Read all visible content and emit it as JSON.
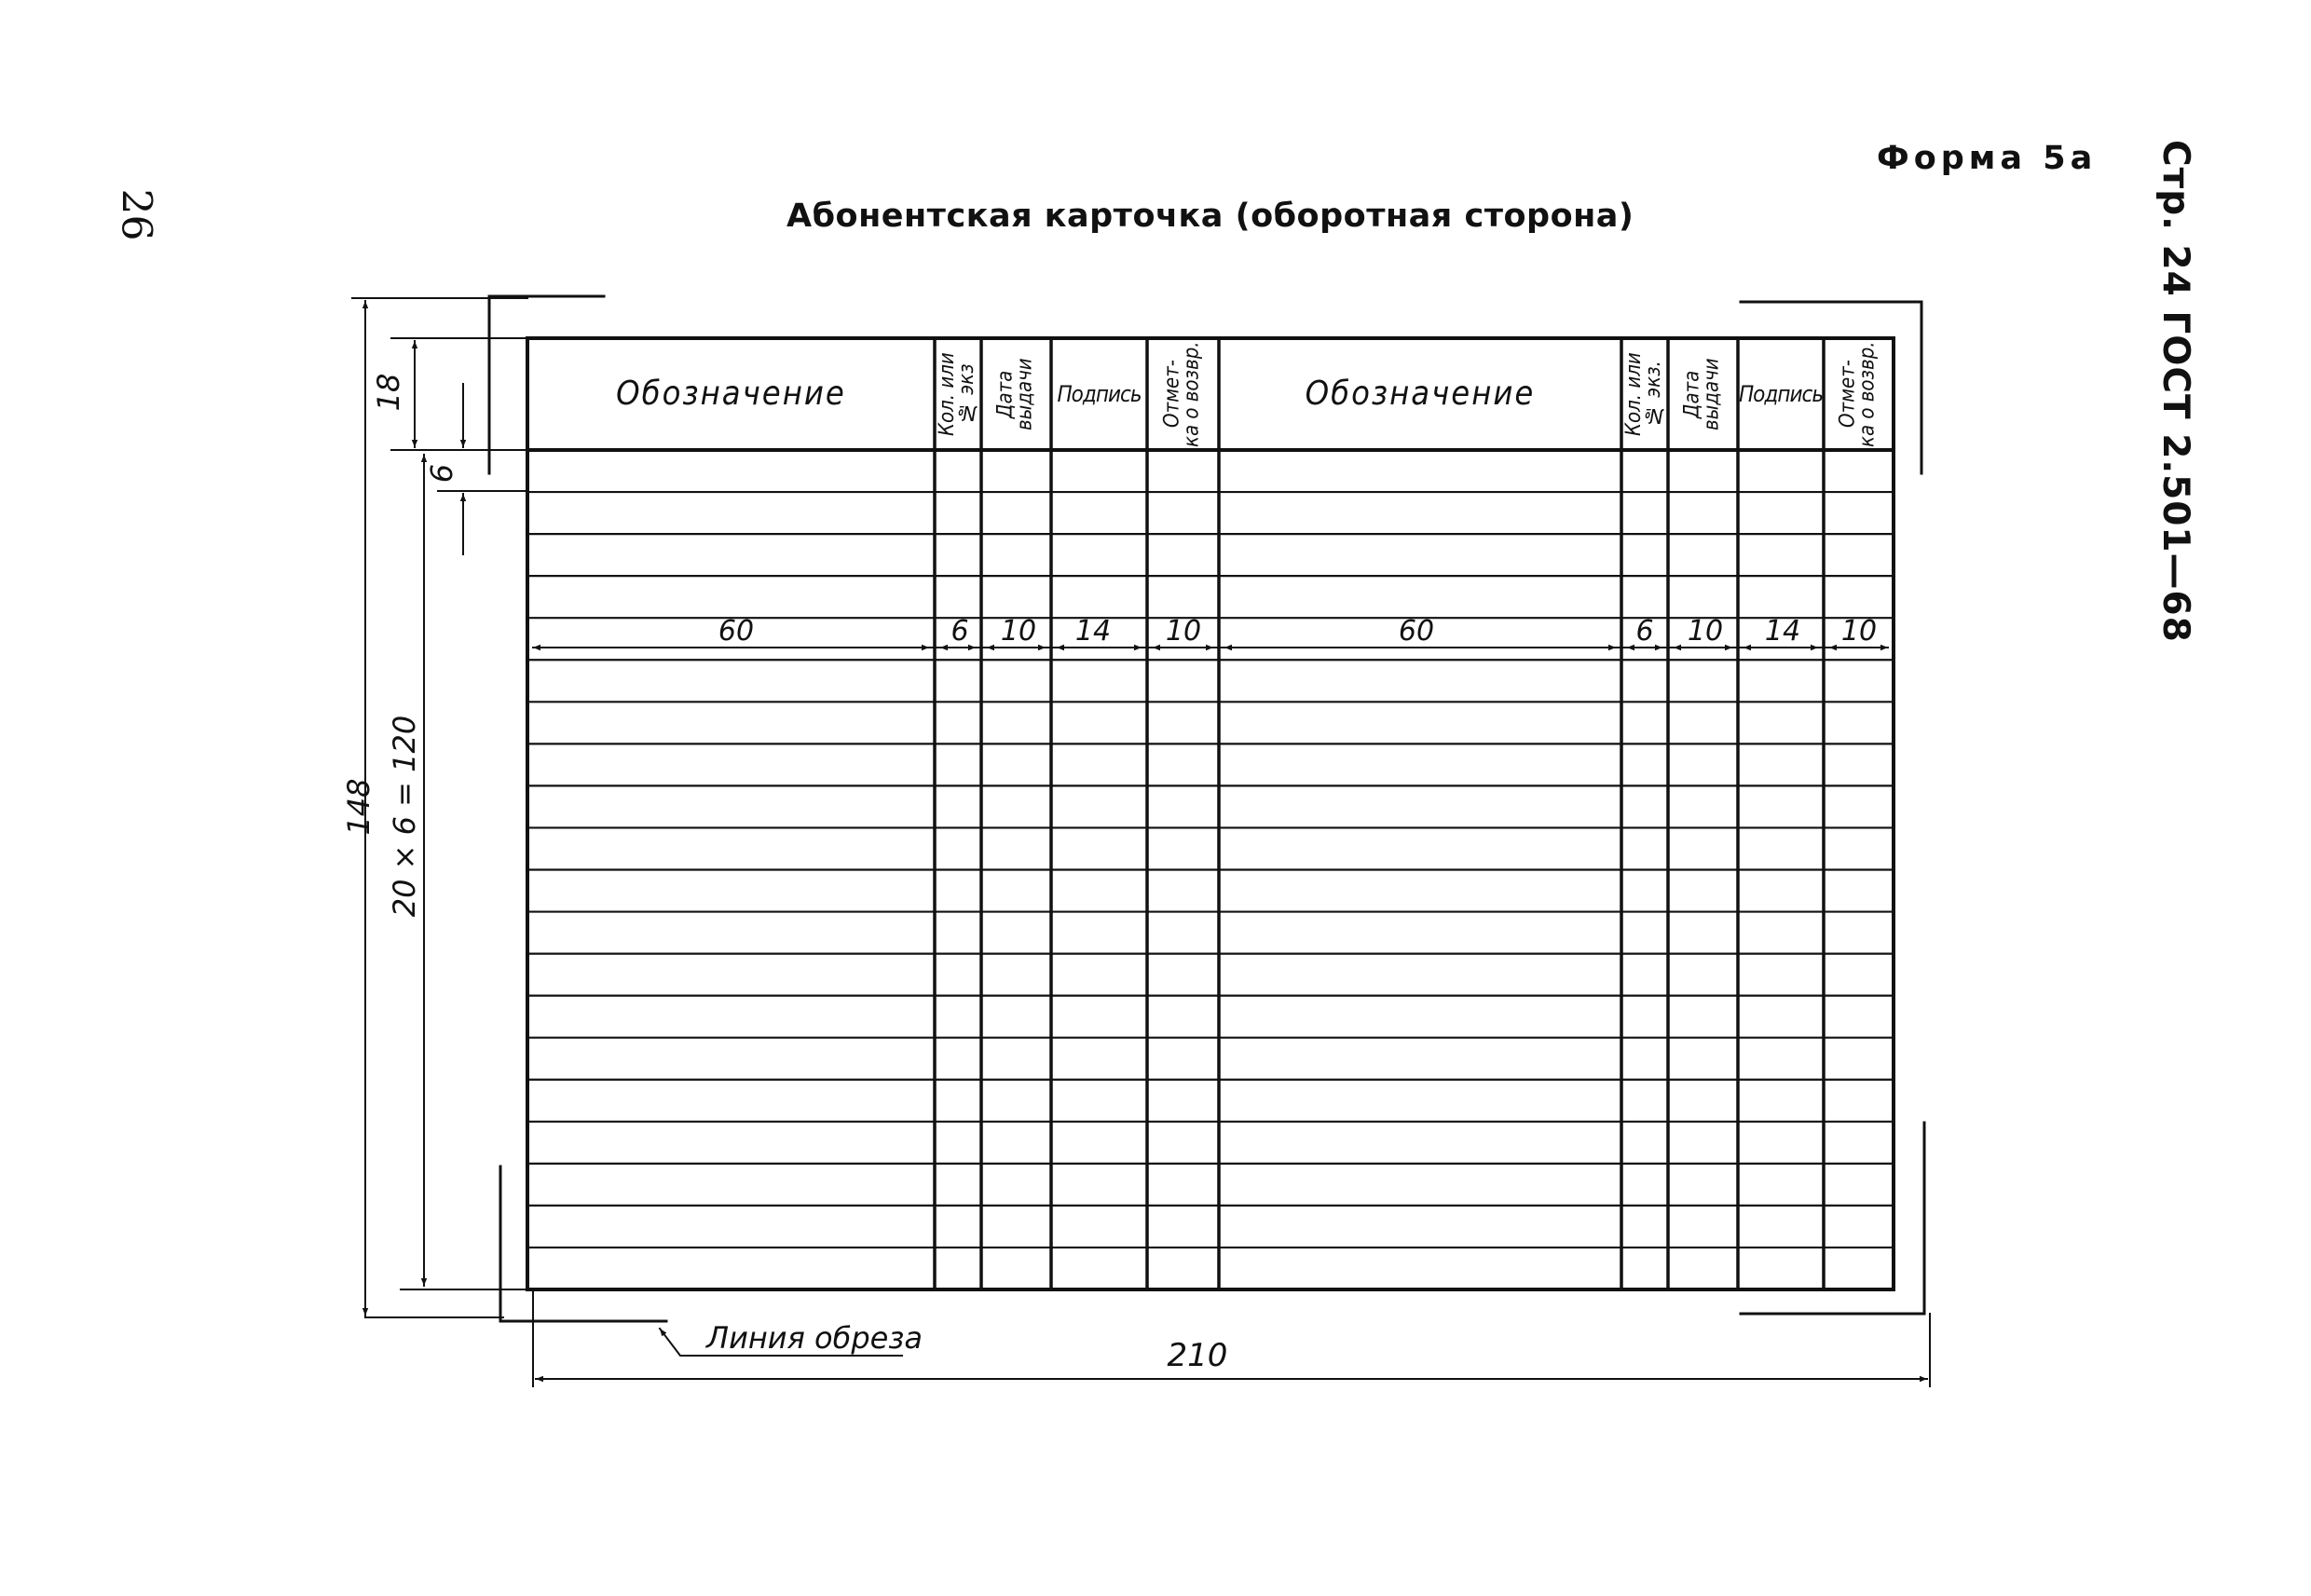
{
  "page": {
    "number": "26",
    "form_label": "Форма 5а",
    "title": "Абонентская карточка (оборотная сторона)",
    "side_reference": "Стр. 24 ГОСТ 2.501—68"
  },
  "table": {
    "headers": [
      {
        "key": "designation",
        "text": "Обозначение"
      },
      {
        "key": "qty",
        "text": "Кол. или\n№ экз"
      },
      {
        "key": "date",
        "text": "Дата\nвыдачи"
      },
      {
        "key": "signature",
        "text": "Подпись"
      },
      {
        "key": "return_mark",
        "text": "Отмет-\nка о возвр."
      },
      {
        "key": "designation2",
        "text": "Обозначение"
      },
      {
        "key": "qty2",
        "text": "Кол. или\n№ экз."
      },
      {
        "key": "date2",
        "text": "Дата\nвыдачи"
      },
      {
        "key": "signature2",
        "text": "Подпись"
      },
      {
        "key": "return_mark2",
        "text": "Отмет-\nка о возвр."
      }
    ],
    "column_widths_mm": [
      "60",
      "6",
      "10",
      "14",
      "10",
      "60",
      "6",
      "10",
      "14",
      "10"
    ],
    "row_count": 20
  },
  "dimensions": {
    "header_height": "18",
    "row_height": "6",
    "rows_total": "20 × 6 = 120",
    "card_height": "148",
    "card_width": "210",
    "cut_line_label": "Линия обреза"
  }
}
